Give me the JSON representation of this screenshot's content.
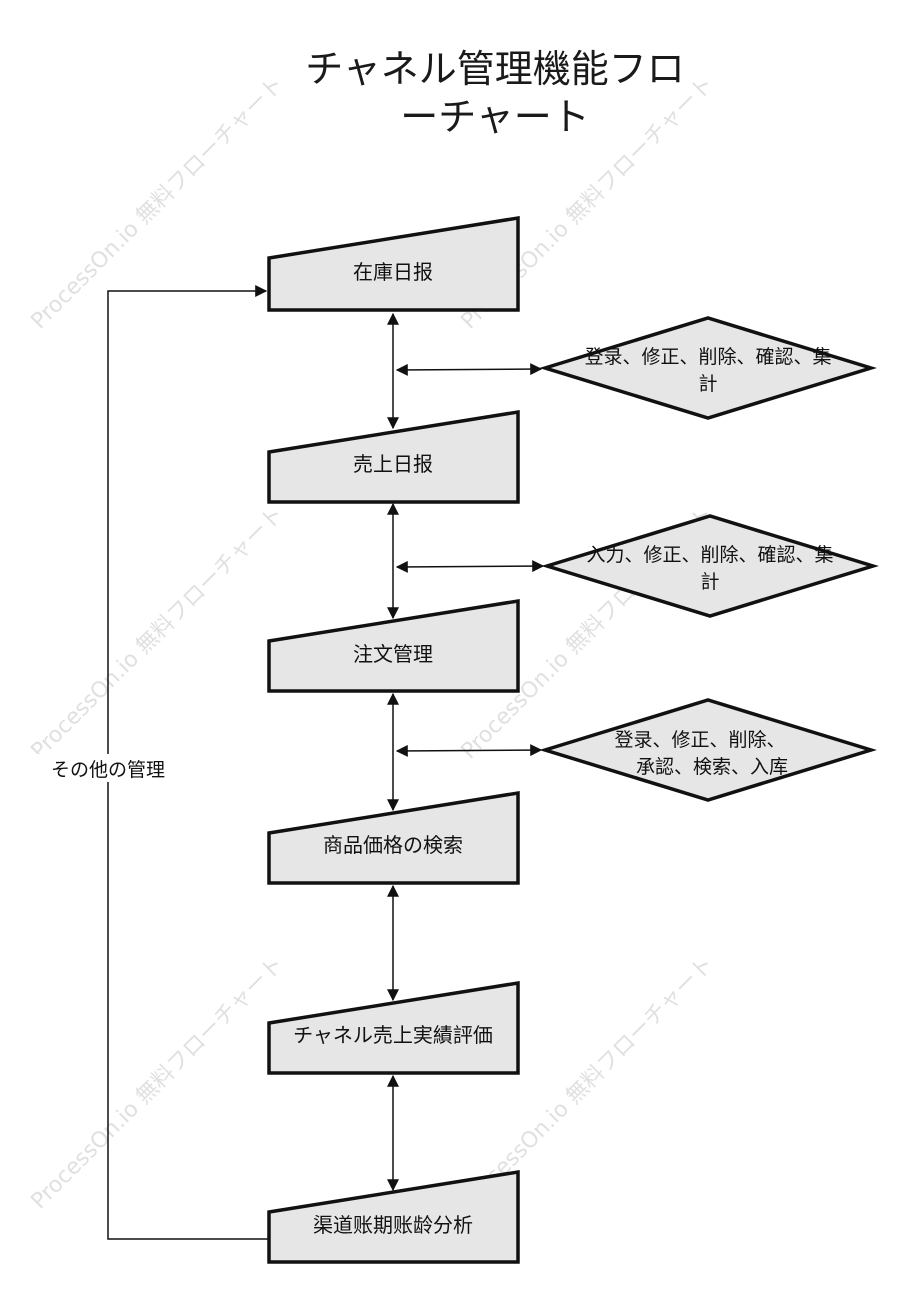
{
  "title": {
    "line1": "チャネル管理機能フロ",
    "line2": "ーチャート"
  },
  "watermark": "ProcessOn.io 無料フローチャート",
  "side_label": "その他の管理",
  "nodes": [
    {
      "id": "n1",
      "label": "在庫日报"
    },
    {
      "id": "n2",
      "label": "売上日报"
    },
    {
      "id": "n3",
      "label": "注文管理"
    },
    {
      "id": "n4",
      "label": "商品価格の検索"
    },
    {
      "id": "n5",
      "label": "チャネル売上実績評価"
    },
    {
      "id": "n6",
      "label": "渠道账期账龄分析"
    }
  ],
  "decisions": [
    {
      "id": "d1",
      "lines": [
        "登录、修正、削除、確認、集",
        "計"
      ]
    },
    {
      "id": "d2",
      "lines": [
        "入力、修正、削除、確認、集",
        "計"
      ]
    },
    {
      "id": "d3",
      "lines": [
        "登录、修正、削除、",
        "承認、検索、入库"
      ]
    }
  ],
  "colors": {
    "shape_fill": "#e6e6e6",
    "stroke": "#111111",
    "watermark": "#c8c8c8"
  }
}
